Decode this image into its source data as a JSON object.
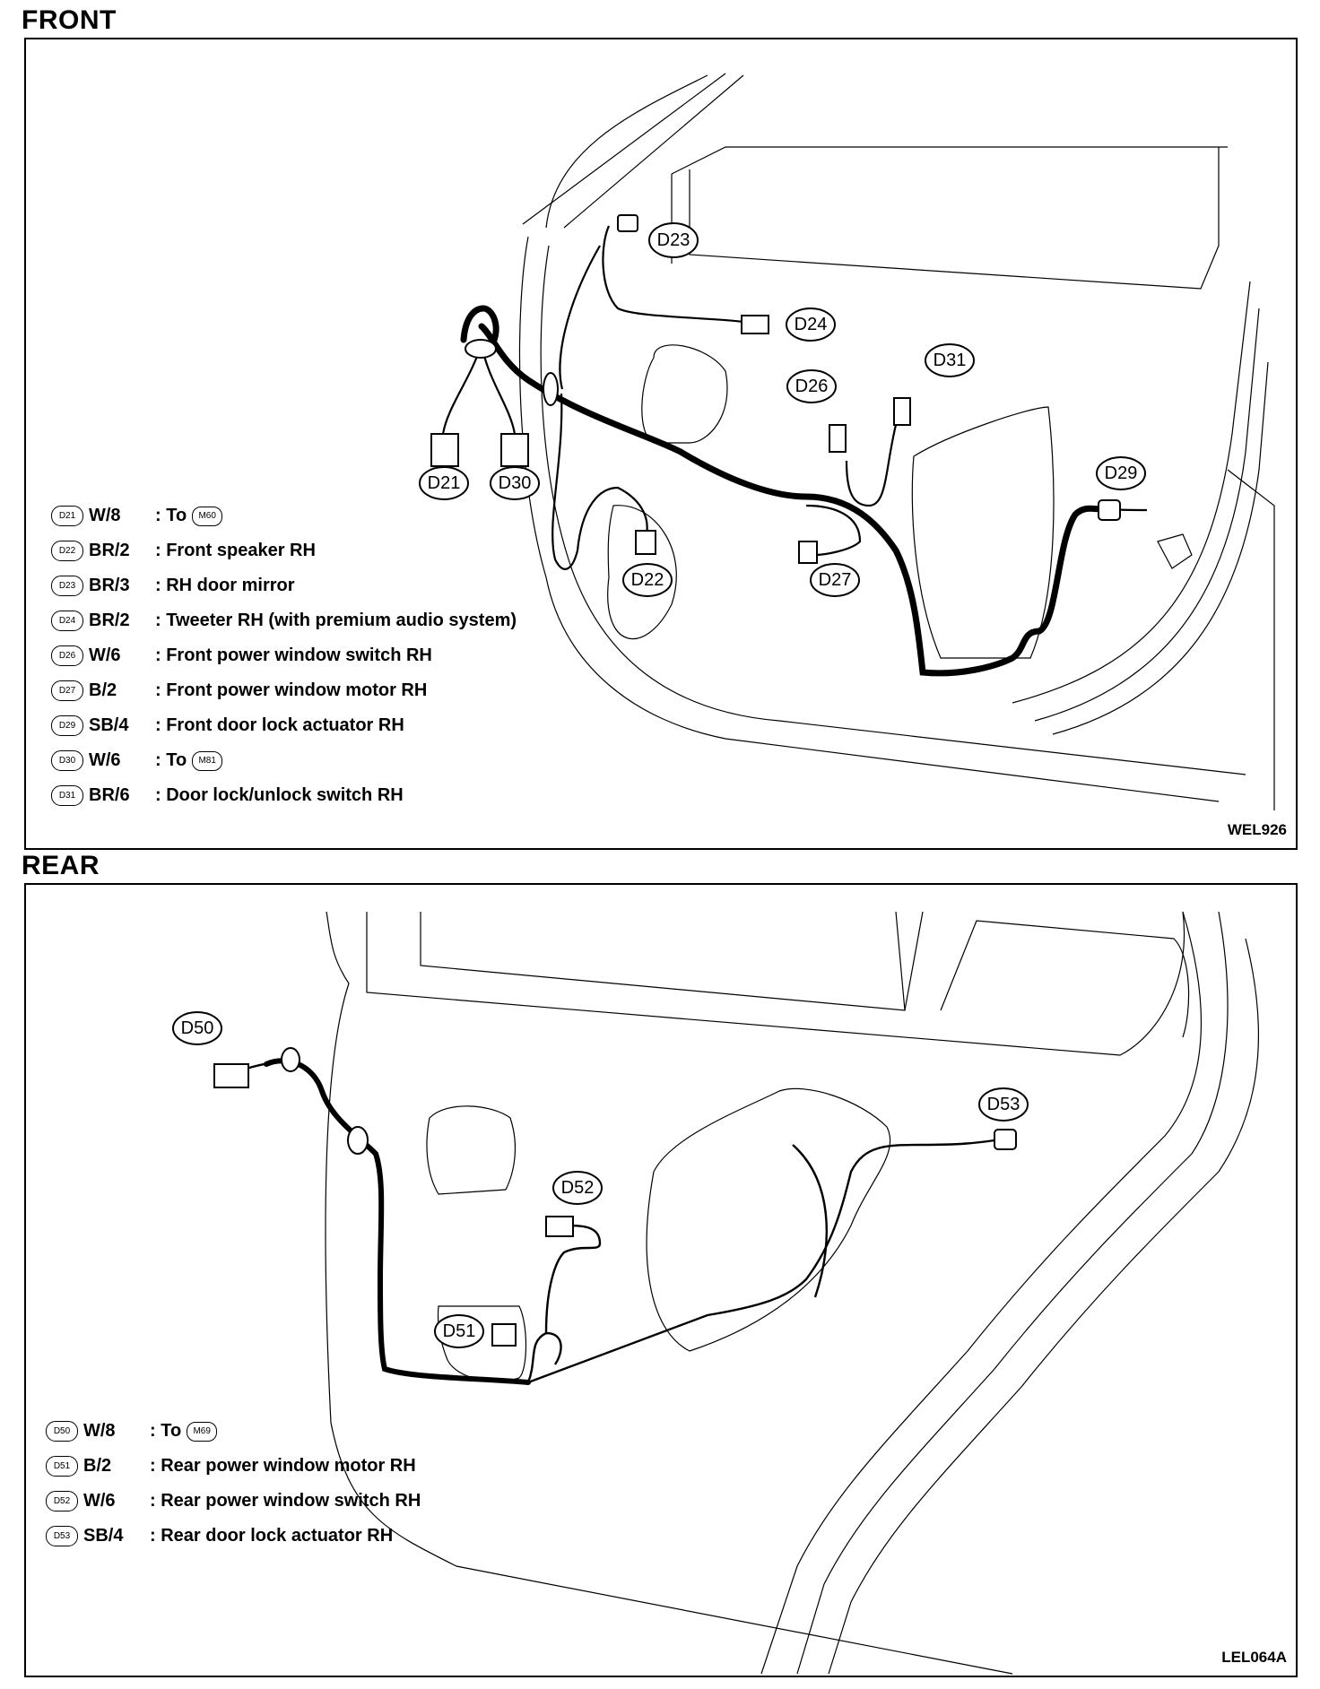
{
  "front": {
    "title": "FRONT",
    "reference": "WEL926",
    "labels": {
      "d23": "D23",
      "d24": "D24",
      "d26": "D26",
      "d31": "D31",
      "d29": "D29",
      "d21": "D21",
      "d30": "D30",
      "d22": "D22",
      "d27": "D27"
    },
    "legend": [
      {
        "code": "D21",
        "spec": "W/8",
        "desc": ": To",
        "to": "M60"
      },
      {
        "code": "D22",
        "spec": "BR/2",
        "desc": ": Front speaker RH"
      },
      {
        "code": "D23",
        "spec": "BR/3",
        "desc": ": RH door mirror"
      },
      {
        "code": "D24",
        "spec": "BR/2",
        "desc": ": Tweeter RH (with premium audio system)"
      },
      {
        "code": "D26",
        "spec": "W/6",
        "desc": ": Front power window switch RH"
      },
      {
        "code": "D27",
        "spec": "B/2",
        "desc": ": Front power window motor RH"
      },
      {
        "code": "D29",
        "spec": "SB/4",
        "desc": ": Front door lock actuator RH"
      },
      {
        "code": "D30",
        "spec": "W/6",
        "desc": ": To",
        "to": "M81"
      },
      {
        "code": "D31",
        "spec": "BR/6",
        "desc": ": Door lock/unlock switch RH"
      }
    ]
  },
  "rear": {
    "title": "REAR",
    "reference": "LEL064A",
    "labels": {
      "d50": "D50",
      "d51": "D51",
      "d52": "D52",
      "d53": "D53"
    },
    "legend": [
      {
        "code": "D50",
        "spec": "W/8",
        "desc": ": To",
        "to": "M69"
      },
      {
        "code": "D51",
        "spec": "B/2",
        "desc": ": Rear power window motor RH"
      },
      {
        "code": "D52",
        "spec": "W/6",
        "desc": ": Rear power window switch RH"
      },
      {
        "code": "D53",
        "spec": "SB/4",
        "desc": ": Rear door lock actuator RH"
      }
    ]
  }
}
